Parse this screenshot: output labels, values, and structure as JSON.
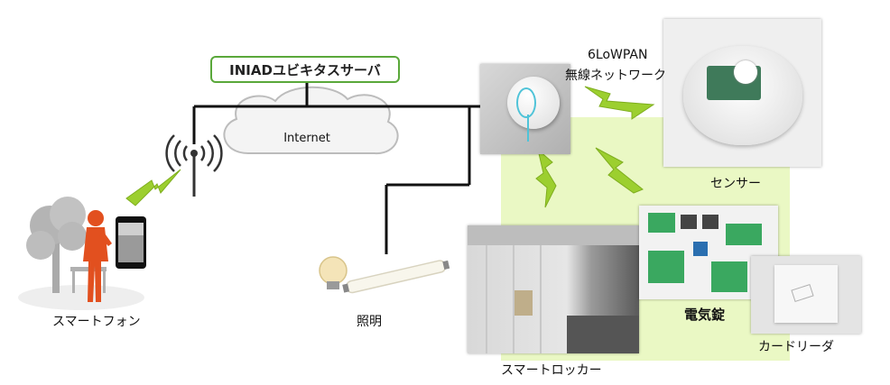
{
  "labels": {
    "server": "INIADユビキタスサーバ",
    "internet": "Internet",
    "network_line1": "6LoWPAN",
    "network_line2": "無線ネットワーク",
    "sensor": "センサー",
    "smartphone": "スマートフォン",
    "lighting": "照明",
    "electric_lock": "電気錠",
    "card_reader": "カードリーダ",
    "smart_locker": "スマートロッカー"
  },
  "colors": {
    "zone_fill": "#eaf8c4",
    "bolt": "#9ccf2f",
    "server_border": "#5aa83a",
    "wire": "#111111",
    "person": "#e2501f",
    "cloud_stroke": "#bcbcbc"
  },
  "icons": [
    "wifi-antenna-icon",
    "lightning-bolt-icon",
    "cloud-icon",
    "smartphone-icon",
    "light-bulb-icon",
    "fluorescent-tube-icon"
  ]
}
